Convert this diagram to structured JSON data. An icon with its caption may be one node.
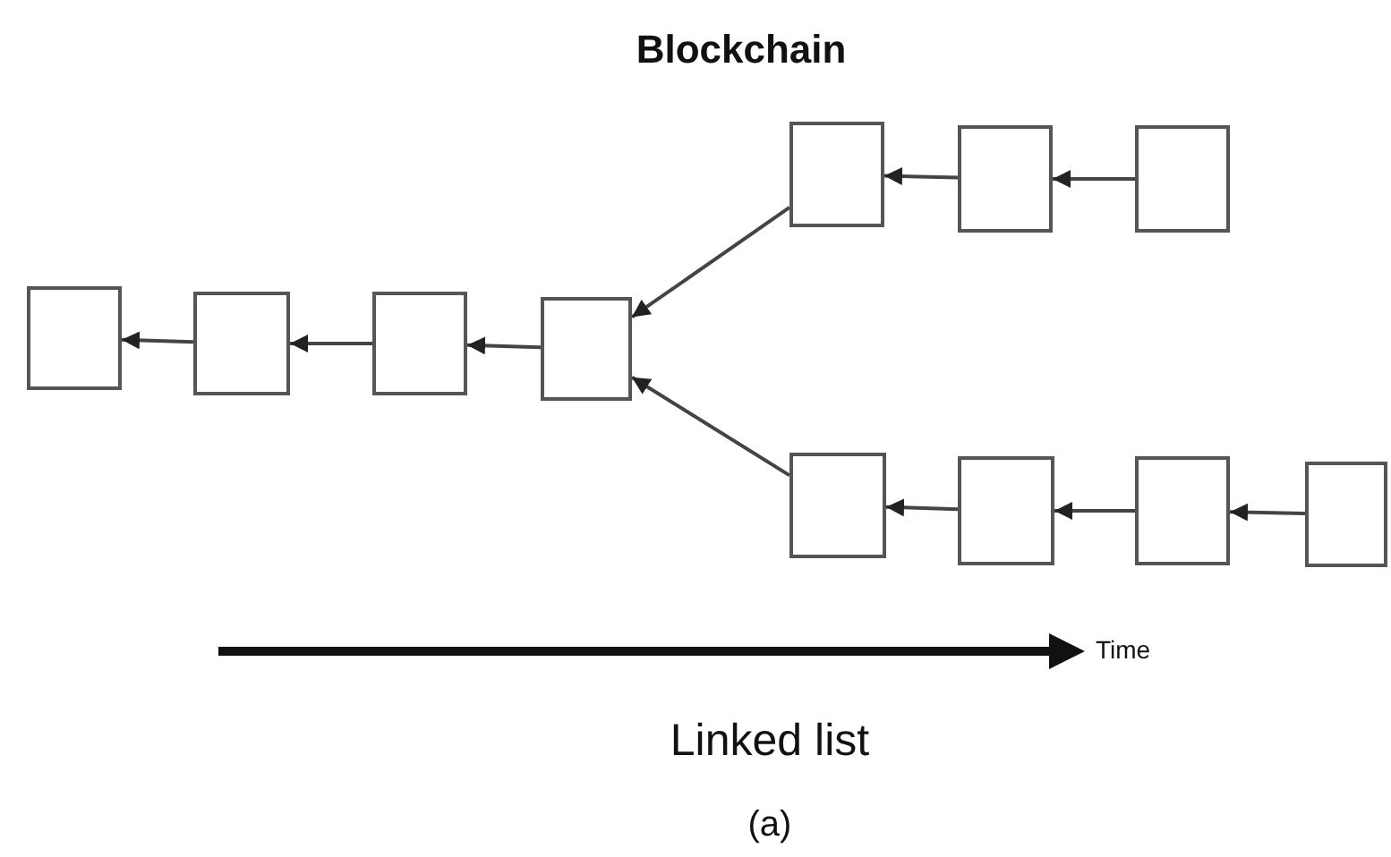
{
  "diagram": {
    "title": "Blockchain",
    "nodes": [
      {
        "text": [],
        "shape": "box"
      },
      {
        "text": [],
        "shape": "box"
      },
      {
        "text": [],
        "shape": "box"
      },
      {
        "text": [],
        "shape": "box"
      },
      {
        "text": [],
        "shape": "box"
      },
      {
        "text": [],
        "shape": "box"
      },
      {
        "text": [],
        "shape": "box"
      },
      {
        "text": [],
        "shape": "box"
      },
      {
        "text": [],
        "shape": "box"
      },
      {
        "text": [],
        "shape": "box"
      },
      {
        "text": [],
        "shape": "box"
      }
    ],
    "edges": [
      {
        "from": 1,
        "to": 0,
        "arrow": "to"
      },
      {
        "from": 2,
        "to": 1,
        "arrow": "to"
      },
      {
        "from": 3,
        "to": 2,
        "arrow": "to"
      },
      {
        "from": 4,
        "to": 3,
        "arrow": "to"
      },
      {
        "from": 7,
        "to": 3,
        "arrow": "to"
      },
      {
        "from": 5,
        "to": 4,
        "arrow": "to"
      },
      {
        "from": 6,
        "to": 5,
        "arrow": "to"
      },
      {
        "from": 8,
        "to": 7,
        "arrow": "to"
      },
      {
        "from": 9,
        "to": 8,
        "arrow": "to"
      },
      {
        "from": 10,
        "to": 9,
        "arrow": "to"
      }
    ],
    "labels": [
      "Time",
      "Linked list",
      "(a)"
    ]
  }
}
